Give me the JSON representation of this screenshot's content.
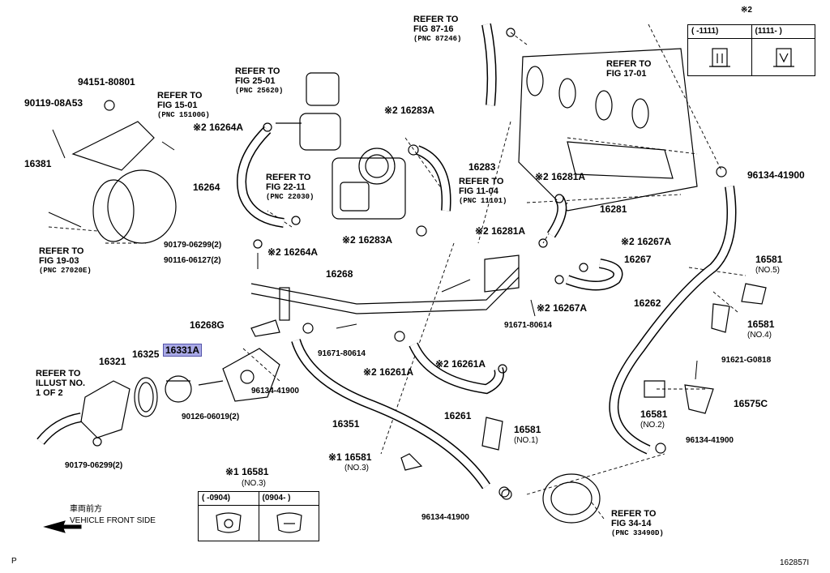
{
  "labels": {
    "p90119": "90119-08A53",
    "p94151": "94151-80801",
    "p16381": "16381",
    "ref_fig19": "REFER TO",
    "ref_fig19_b": "FIG 19-03",
    "ref_fig19_c": "(PNC 27020E)",
    "ref_fig15": "REFER TO",
    "ref_fig15_b": "FIG 15-01",
    "ref_fig15_c": "(PNC 15100G)",
    "ref_fig25": "REFER TO",
    "ref_fig25_b": "FIG 25-01",
    "ref_fig25_c": "(PNC 25620)",
    "p16264A_top": "※2 16264A",
    "p16264": "16264",
    "ref_fig22": "REFER TO",
    "ref_fig22_b": "FIG 22-11",
    "ref_fig22_c": "(PNC 22030)",
    "p90179_top": "90179-06299(2)",
    "p90116": "90116-06127(2)",
    "p16264A_bot": "※2 16264A",
    "ref_fig87": "REFER TO",
    "ref_fig87_b": "FIG 87-16",
    "ref_fig87_c": "(PNC 87246)",
    "p16283A_top": "※2 16283A",
    "p16283": "16283",
    "ref_fig11": "REFER TO",
    "ref_fig11_b": "FIG 11-04",
    "ref_fig11_c": "(PNC 11101)",
    "p16283A_bot": "※2 16283A",
    "ref_fig17": "REFER TO",
    "ref_fig17_b": "FIG 17-01",
    "p16281A_top": "※2 16281A",
    "p16281": "16281",
    "p16281A_bot": "※2 16281A",
    "p96134_tr": "96134-41900",
    "p16267A_top": "※2 16267A",
    "p16267": "16267",
    "p16267A_bot": "※2 16267A",
    "p16581_no5": "16581",
    "p16581_no5_n": "(NO.5)",
    "p16262": "16262",
    "p16581_no4": "16581",
    "p16581_no4_n": "(NO.4)",
    "p16268": "16268",
    "p16268G": "16268G",
    "p91671_mid": "91671-80614",
    "p91671_right": "91671-80614",
    "p16331A": "16331A",
    "p16325": "16325",
    "p16321": "16321",
    "ref_illust": "REFER TO",
    "ref_illust_b": "ILLUST NO.",
    "ref_illust_c": "1 OF 2",
    "p96134_mid": "96134-41900",
    "p90126": "90126-06019(2)",
    "p90179_bot": "90179-06299(2)",
    "p16261A_left": "※2 16261A",
    "p16261A_right": "※2 16261A",
    "p16261": "16261",
    "p16351": "16351",
    "p16581_no1": "16581",
    "p16581_no1_n": "(NO.1)",
    "p16581_no3": "※1 16581",
    "p16581_no3_n": "(NO.3)",
    "p91621": "91621-G0818",
    "p16575C": "16575C",
    "p16581_no2": "16581",
    "p16581_no2_n": "(NO.2)",
    "p96134_br": "96134-41900",
    "p96134_bot": "96134-41900",
    "ref_fig34": "REFER TO",
    "ref_fig34_b": "FIG 34-14",
    "ref_fig34_c": "(PNC 33490D)",
    "front_jp": "車両前方",
    "front_en": "VEHICLE FRONT SIDE",
    "corner_p": "P",
    "fig_id": "162857I"
  },
  "table_top": {
    "mark": "※2",
    "col1": "(      -1111)",
    "col2": "(1111-      )"
  },
  "table_bottom": {
    "title": "※1 16581",
    "subtitle": "(NO.3)",
    "col1": "(      -0904)",
    "col2": "(0904-      )"
  },
  "colors": {
    "highlight": "#a9a9e6",
    "ink": "#000000"
  }
}
